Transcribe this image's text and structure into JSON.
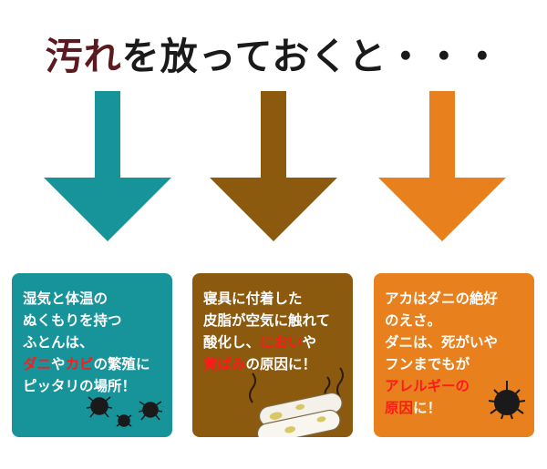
{
  "headline": {
    "highlight": "汚れ",
    "rest": "を放っておくと・・・"
  },
  "colors": {
    "teal": "#17939a",
    "brown": "#8b5a0e",
    "orange": "#e7801d",
    "red": "#ff1a1a",
    "headline_accent": "#5b1a1f"
  },
  "cards": [
    {
      "line1": "湿気と体温の",
      "line2": "ぬくもりを持つ",
      "line3": "ふとんは、",
      "line4_red1": "ダニ",
      "line4_mid": "や",
      "line4_red2": "カビ",
      "line4_rest": "の繁殖に",
      "line5": "ピッタリの場所！",
      "icon": "mite-silhouettes-icon"
    },
    {
      "line1": "寝具に付着した",
      "line2": "皮脂が空気に触れて",
      "line3_pre": "酸化し、",
      "line3_red": "におい",
      "line3_post": "や",
      "line4_red": "黄ばみ",
      "line4_rest": "の原因に！",
      "icon": "stained-futon-icon"
    },
    {
      "line1": "アカはダニの絶好",
      "line2": "のえさ。",
      "line3": "ダニは、死がいや",
      "line4": "フンまでもが",
      "line5_red": "アレルギーの",
      "line6_red": "原因",
      "line6_rest": "に！",
      "icon": "mite-silhouette-icon"
    }
  ]
}
